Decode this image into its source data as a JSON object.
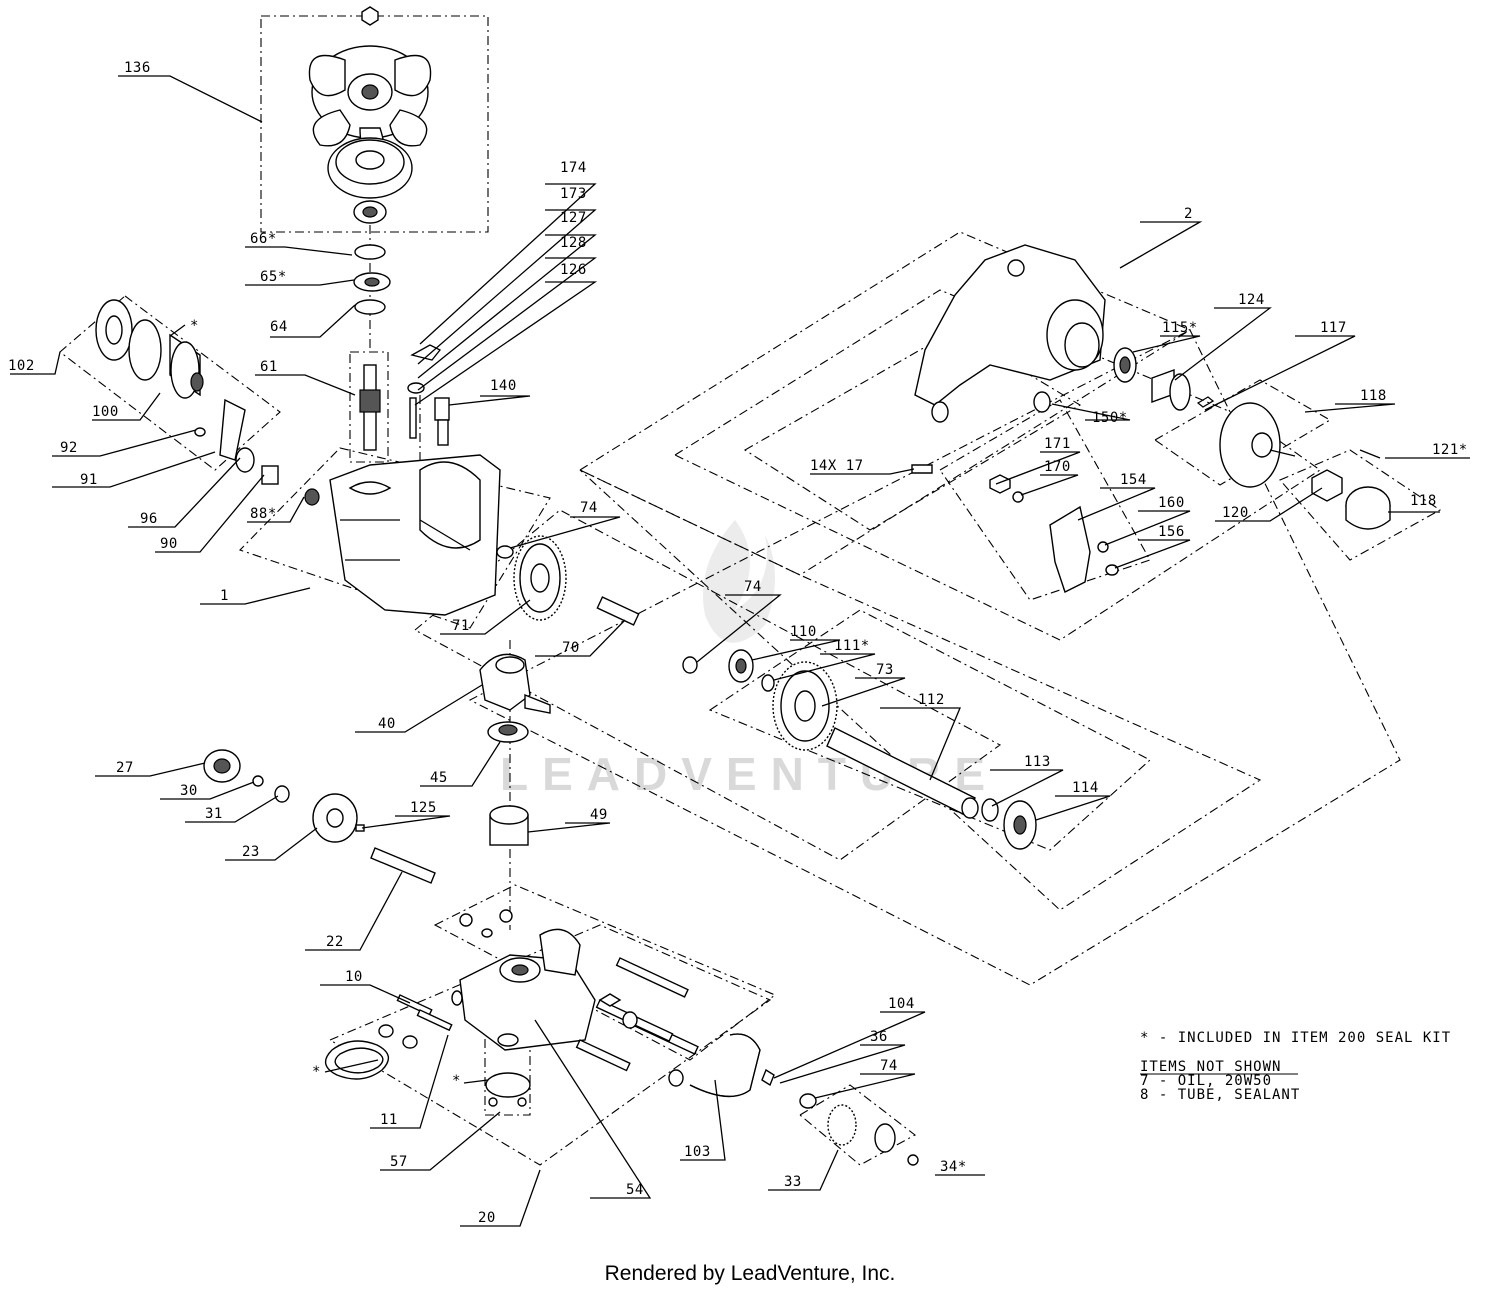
{
  "callouts": [
    {
      "id": "136",
      "text": "136"
    },
    {
      "id": "174",
      "text": "174"
    },
    {
      "id": "173",
      "text": "173"
    },
    {
      "id": "127",
      "text": "127"
    },
    {
      "id": "128",
      "text": "128"
    },
    {
      "id": "126",
      "text": "126"
    },
    {
      "id": "66",
      "text": "66*"
    },
    {
      "id": "65",
      "text": "65*"
    },
    {
      "id": "64",
      "text": "64"
    },
    {
      "id": "61",
      "text": "61"
    },
    {
      "id": "140",
      "text": "140"
    },
    {
      "id": "102",
      "text": "102"
    },
    {
      "id": "100",
      "text": "100"
    },
    {
      "id": "star-102",
      "text": "*"
    },
    {
      "id": "92",
      "text": "92"
    },
    {
      "id": "91",
      "text": "91"
    },
    {
      "id": "96",
      "text": "96"
    },
    {
      "id": "90",
      "text": "90"
    },
    {
      "id": "88",
      "text": "88*"
    },
    {
      "id": "1",
      "text": "1"
    },
    {
      "id": "74a",
      "text": "74"
    },
    {
      "id": "71",
      "text": "71"
    },
    {
      "id": "70",
      "text": "70"
    },
    {
      "id": "74b",
      "text": "74"
    },
    {
      "id": "110",
      "text": "110"
    },
    {
      "id": "111",
      "text": "111*"
    },
    {
      "id": "73",
      "text": "73"
    },
    {
      "id": "40",
      "text": "40"
    },
    {
      "id": "112",
      "text": "112"
    },
    {
      "id": "45",
      "text": "45"
    },
    {
      "id": "27",
      "text": "27"
    },
    {
      "id": "30",
      "text": "30"
    },
    {
      "id": "31",
      "text": "31"
    },
    {
      "id": "125",
      "text": "125"
    },
    {
      "id": "49",
      "text": "49"
    },
    {
      "id": "113",
      "text": "113"
    },
    {
      "id": "114",
      "text": "114"
    },
    {
      "id": "23",
      "text": "23"
    },
    {
      "id": "22",
      "text": "22"
    },
    {
      "id": "10",
      "text": "10"
    },
    {
      "id": "star-left",
      "text": "*"
    },
    {
      "id": "11",
      "text": "11"
    },
    {
      "id": "star-57",
      "text": "*"
    },
    {
      "id": "57",
      "text": "57"
    },
    {
      "id": "54",
      "text": "54"
    },
    {
      "id": "20",
      "text": "20"
    },
    {
      "id": "103",
      "text": "103"
    },
    {
      "id": "104",
      "text": "104"
    },
    {
      "id": "36",
      "text": "36"
    },
    {
      "id": "74c",
      "text": "74"
    },
    {
      "id": "33",
      "text": "33"
    },
    {
      "id": "34",
      "text": "34*"
    },
    {
      "id": "2",
      "text": "2"
    },
    {
      "id": "115",
      "text": "115*"
    },
    {
      "id": "124",
      "text": "124"
    },
    {
      "id": "117",
      "text": "117"
    },
    {
      "id": "118a",
      "text": "118"
    },
    {
      "id": "150",
      "text": "150*"
    },
    {
      "id": "121",
      "text": "121*"
    },
    {
      "id": "17",
      "text": "14X 17"
    },
    {
      "id": "171",
      "text": "171"
    },
    {
      "id": "170",
      "text": "170"
    },
    {
      "id": "154",
      "text": "154"
    },
    {
      "id": "160",
      "text": "160"
    },
    {
      "id": "156",
      "text": "156"
    },
    {
      "id": "120",
      "text": "120"
    },
    {
      "id": "118b",
      "text": "118"
    }
  ],
  "notes": {
    "seal_kit": "* - INCLUDED IN ITEM 200 SEAL KIT",
    "not_shown_heading": "ITEMS NOT SHOWN",
    "not_shown_items": [
      "7 - OIL, 20W50",
      "8 - TUBE, SEALANT"
    ]
  },
  "watermark": "LEADVENTURE",
  "footer": "Rendered by LeadVenture, Inc."
}
